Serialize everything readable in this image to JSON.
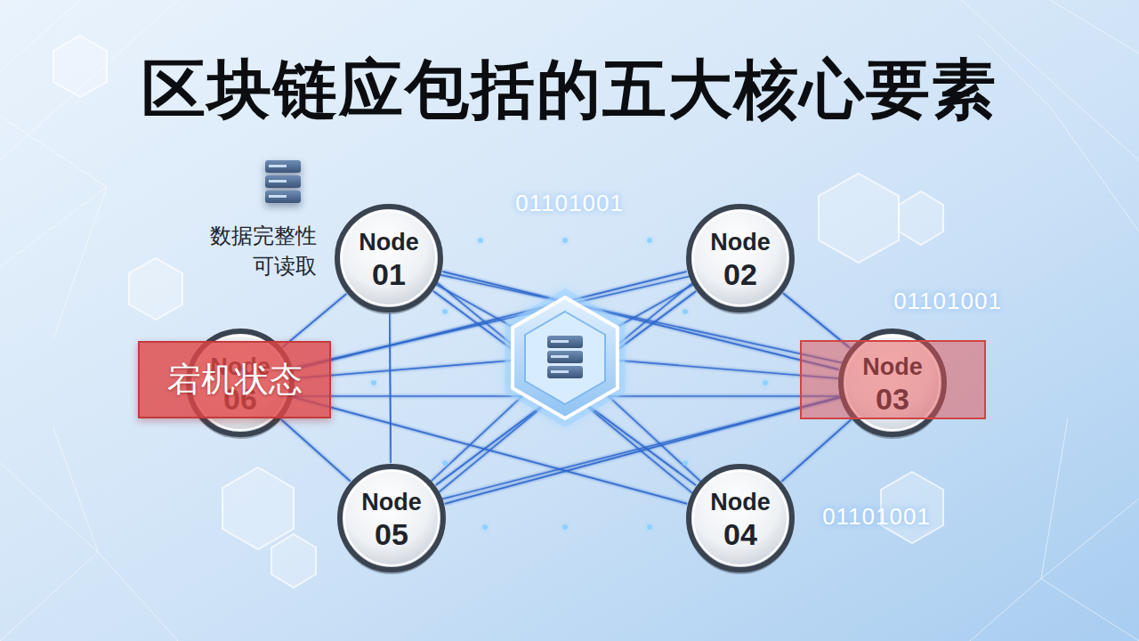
{
  "diagram": {
    "title": "区块链应包括的五大核心要素",
    "nodes": [
      {
        "text": [
          "Node 01"
        ]
      },
      {
        "text": [
          "Node 02"
        ]
      },
      {
        "text": [
          "Node 03"
        ]
      },
      {
        "text": [
          "Node 04"
        ]
      },
      {
        "text": [
          "Node 05"
        ]
      },
      {
        "text": [
          "Node 06"
        ]
      },
      {
        "text": [
          "宕机状态"
        ]
      }
    ],
    "edges": [
      {
        "from": 0,
        "to": 1,
        "arrow": "none"
      },
      {
        "from": 0,
        "to": 2,
        "arrow": "none"
      },
      {
        "from": 0,
        "to": 3,
        "arrow": "none"
      },
      {
        "from": 0,
        "to": 4,
        "arrow": "none"
      },
      {
        "from": 0,
        "to": 5,
        "arrow": "none"
      },
      {
        "from": 1,
        "to": 2,
        "arrow": "none"
      },
      {
        "from": 1,
        "to": 3,
        "arrow": "none"
      },
      {
        "from": 1,
        "to": 4,
        "arrow": "none"
      },
      {
        "from": 1,
        "to": 5,
        "arrow": "none"
      },
      {
        "from": 2,
        "to": 3,
        "arrow": "none"
      },
      {
        "from": 2,
        "to": 4,
        "arrow": "none"
      },
      {
        "from": 2,
        "to": 5,
        "arrow": "none"
      },
      {
        "from": 3,
        "to": 4,
        "arrow": "none"
      },
      {
        "from": 3,
        "to": 5,
        "arrow": "none"
      },
      {
        "from": 4,
        "to": 5,
        "arrow": "none"
      }
    ],
    "labels": [
      "数据完整性 可读取",
      "01101001",
      "01101001",
      "01101001"
    ]
  }
}
